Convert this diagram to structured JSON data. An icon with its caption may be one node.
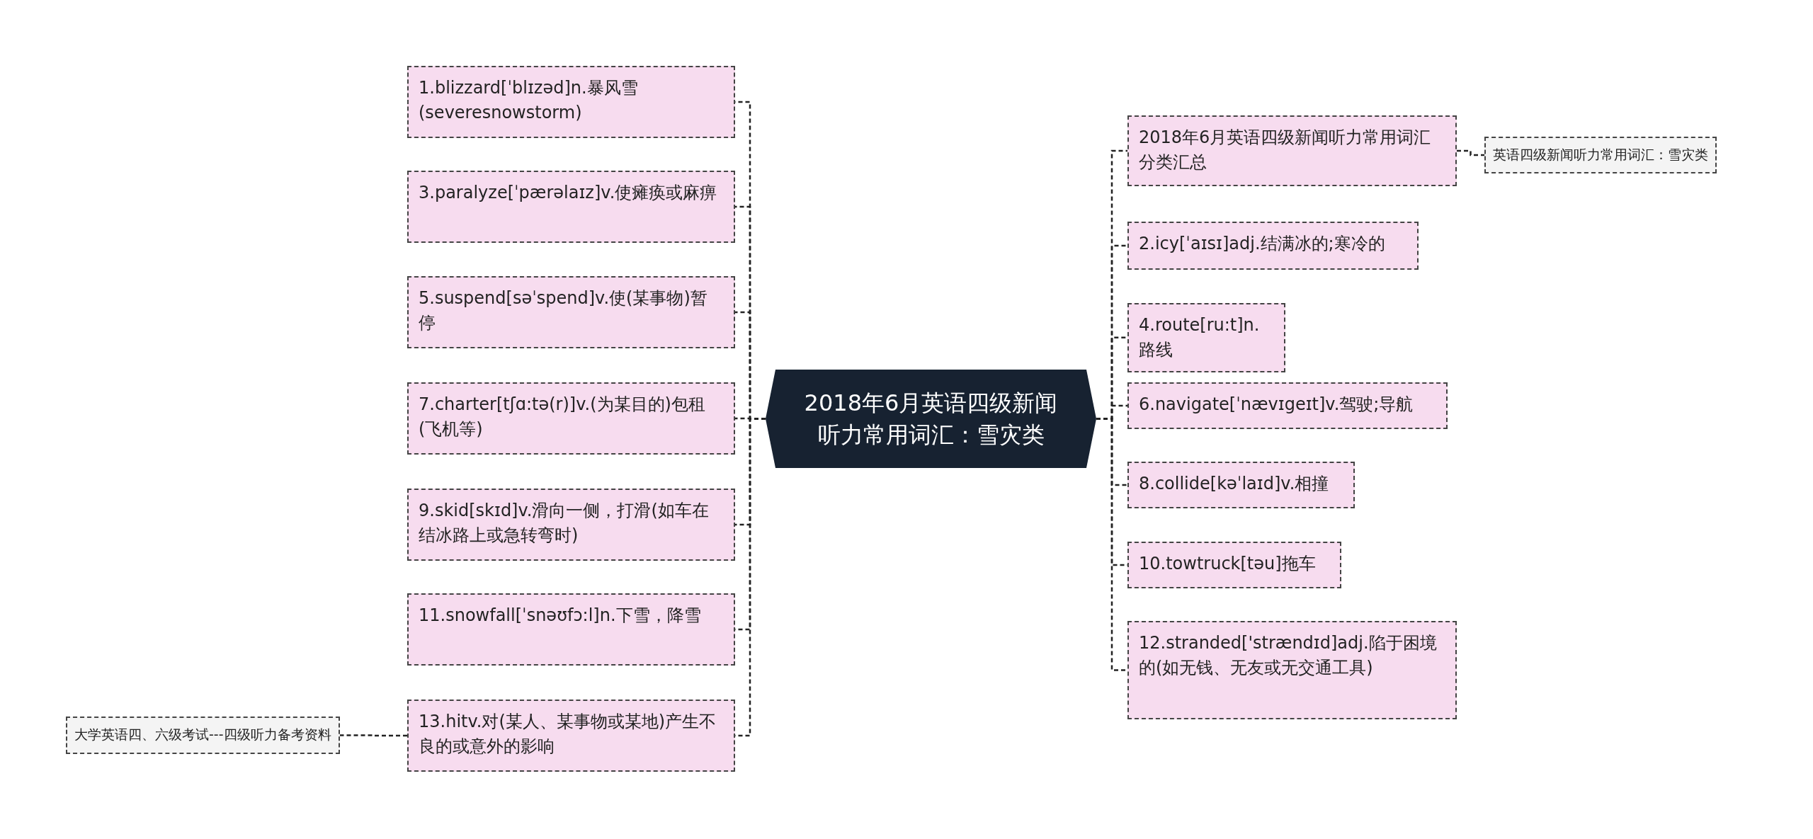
{
  "diagram": {
    "nodes": [
      {
        "text": [
          "2018年6月英语四级新闻听力常用词汇：雪灾类"
        ]
      },
      {
        "text": [
          "1.blizzard[ˈblɪzəd]n.暴风雪(severesnowstorm)"
        ]
      },
      {
        "text": [
          "3.paralyze[ˈpærəlaɪz]v.使瘫痪或麻痹"
        ]
      },
      {
        "text": [
          "5.suspend[səˈspend]v.使(某事物)暂停"
        ]
      },
      {
        "text": [
          "7.charter[tʃɑ:tə(r)]v.(为某目的)包租(飞机等)"
        ]
      },
      {
        "text": [
          "9.skid[skɪd]v.滑向一侧，打滑(如车在结冰路上或急转弯时)"
        ]
      },
      {
        "text": [
          "11.snowfall[ˈsnəʊfɔ:l]n.下雪，降雪"
        ]
      },
      {
        "text": [
          "13.hitv.对(某人、某事物或某地)产生不良的或意外的影响"
        ]
      },
      {
        "text": [
          "大学英语四、六级考试---四级听力备考资料"
        ]
      },
      {
        "text": [
          "2018年6月英语四级新闻听力常用词汇分类汇总"
        ]
      },
      {
        "text": [
          "2.icy[ˈaɪsɪ]adj.结满冰的;寒冷的"
        ]
      },
      {
        "text": [
          "4.route[ru:t]n.路线"
        ]
      },
      {
        "text": [
          "6.navigate[ˈnævɪgeɪt]v.驾驶;导航"
        ]
      },
      {
        "text": [
          "8.collide[kəˈlaɪd]v.相撞"
        ]
      },
      {
        "text": [
          "10.towtruck[təu]拖车"
        ]
      },
      {
        "text": [
          "12.stranded['strændɪd]adj.陷于困境的(如无钱、无友或无交通工具)"
        ]
      },
      {
        "text": [
          "英语四级新闻听力常用词汇：雪灾类"
        ]
      }
    ],
    "edges": [
      {
        "from": 0,
        "to": 1,
        "arrow": "none"
      },
      {
        "from": 0,
        "to": 2,
        "arrow": "none"
      },
      {
        "from": 0,
        "to": 3,
        "arrow": "none"
      },
      {
        "from": 0,
        "to": 4,
        "arrow": "none"
      },
      {
        "from": 0,
        "to": 5,
        "arrow": "none"
      },
      {
        "from": 0,
        "to": 6,
        "arrow": "none"
      },
      {
        "from": 0,
        "to": 7,
        "arrow": "none"
      },
      {
        "from": 7,
        "to": 8,
        "arrow": "none"
      },
      {
        "from": 0,
        "to": 9,
        "arrow": "none"
      },
      {
        "from": 0,
        "to": 10,
        "arrow": "none"
      },
      {
        "from": 0,
        "to": 11,
        "arrow": "none"
      },
      {
        "from": 0,
        "to": 12,
        "arrow": "none"
      },
      {
        "from": 0,
        "to": 13,
        "arrow": "none"
      },
      {
        "from": 0,
        "to": 14,
        "arrow": "none"
      },
      {
        "from": 0,
        "to": 15,
        "arrow": "none"
      },
      {
        "from": 9,
        "to": 16,
        "arrow": "none"
      }
    ]
  }
}
